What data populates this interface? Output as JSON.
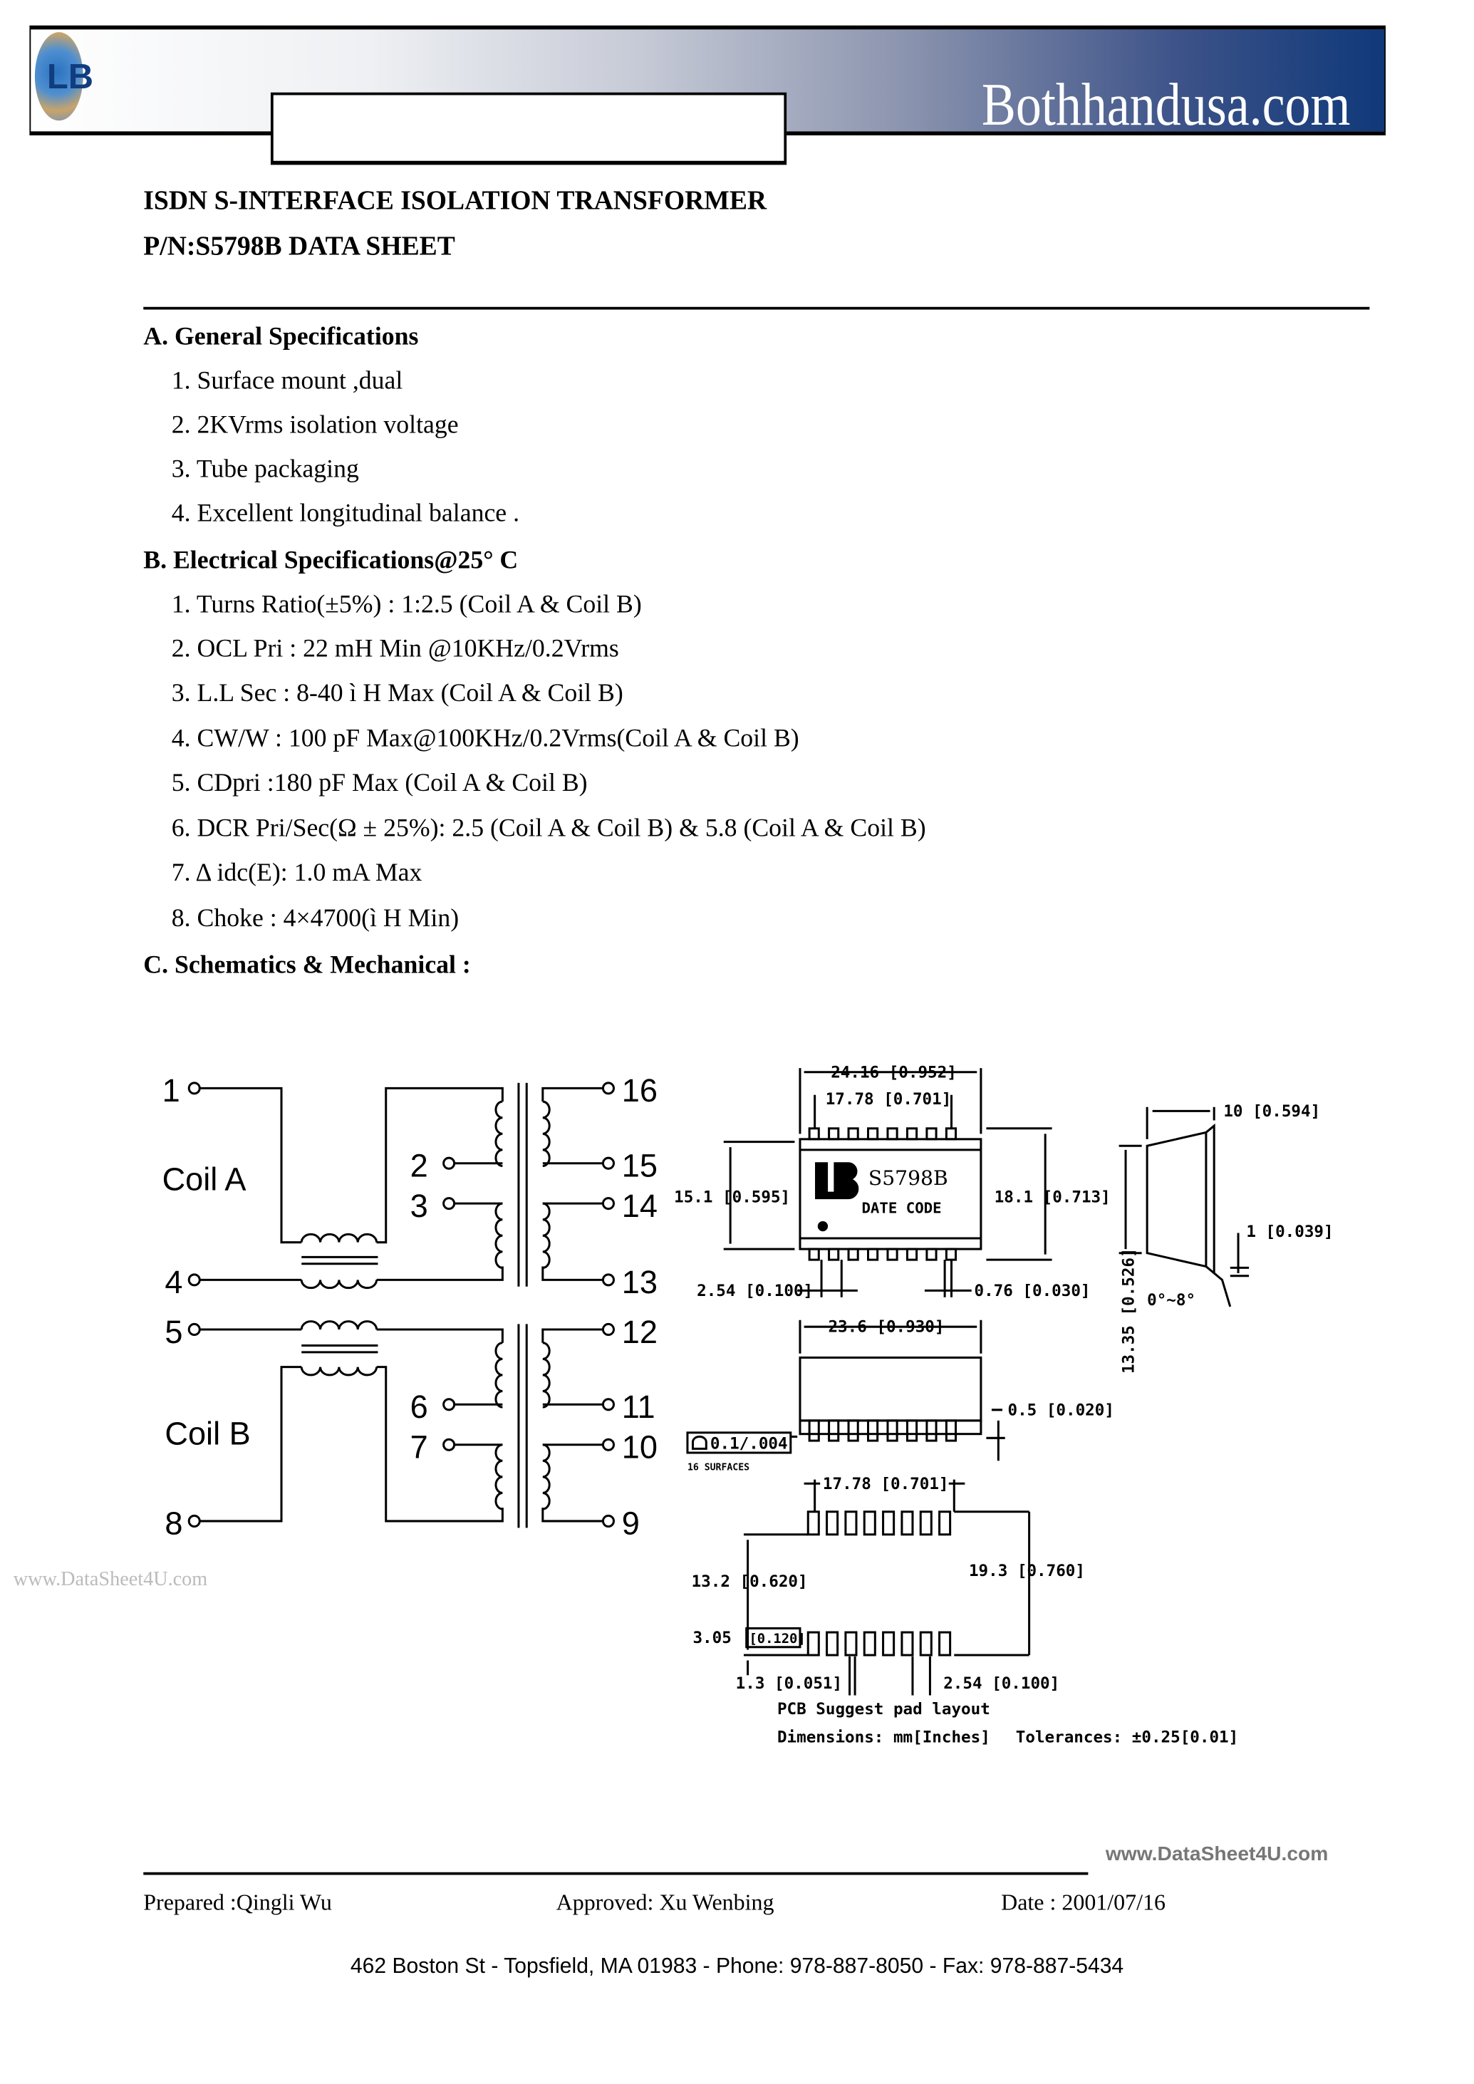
{
  "header": {
    "site": "Bothhandusa.com",
    "logo_text": "LB"
  },
  "title": {
    "line1": "ISDN S-INTERFACE  ISOLATION  TRANSFORMER",
    "line2": "P/N:S5798B DATA SHEET"
  },
  "general": {
    "heading": "A. General Specifications",
    "items": [
      "1. Surface mount ,dual",
      "2. 2KVrms isolation voltage",
      "3. Tube packaging",
      "4. Excellent longitudinal balance ."
    ]
  },
  "electrical": {
    "heading": "B. Electrical Specifications@25° C",
    "items": [
      "1. Turns Ratio(±5%) : 1:2.5 (Coil A & Coil B)",
      "2. OCL Pri : 22 mH Min @10KHz/0.2Vrms",
      "3. L.L Sec : 8-40 ì H Max (Coil A & Coil B)",
      "4. CW/W : 100 pF Max@100KHz/0.2Vrms(Coil A & Coil B)",
      "5. CDpri :180 pF Max (Coil A & Coil B)",
      "6. DCR Pri/Sec(Ω ±  25%): 2.5 (Coil A & Coil B) & 5.8 (Coil A & Coil B)",
      "7.  Δ  idc(E): 1.0 mA Max",
      "8. Choke : 4×4700(ì H Min)"
    ]
  },
  "mechanical": {
    "heading": "C. Schematics & Mechanical :"
  },
  "schematic": {
    "coil_a": "Coil  A",
    "coil_b": "Coil  B",
    "pins": {
      "p1": "1",
      "p2": "2",
      "p3": "3",
      "p4": "4",
      "p5": "5",
      "p6": "6",
      "p7": "7",
      "p8": "8",
      "p9": "9",
      "p10": "10",
      "p11": "11",
      "p12": "12",
      "p13": "13",
      "p14": "14",
      "p15": "15",
      "p16": "16"
    }
  },
  "drawing": {
    "part_mark": "S5798B",
    "date_code": "DATE CODE",
    "chip_logo": "LB",
    "d_overall": "24.16 [0.952]",
    "d_pitch_span": "17.78 [0.701]",
    "d_body_h": "15.1 [0.595]",
    "d_total_h": "18.1 [0.713]",
    "d_pitch": "2.54 [0.100]",
    "d_lead_w": "0.76 [0.030]",
    "d_side_w": "10 [0.594]",
    "d_lead_t": "1 [0.039]",
    "d_angle": "0°~8°",
    "d_side_h": "13.35 [0.526]",
    "d_body_len": "23.6 [0.930]",
    "d_standoff": "0.5 [0.020]",
    "flatness": "0.1/.004",
    "surfaces": "16 SURFACES",
    "pcb_span": "17.78 [0.701]",
    "pcb_inner": "13.2 [0.620]",
    "pcb_outer": "19.3 [0.760]",
    "pcb_pad_len": "3.05",
    "pcb_pad_len_in": "[0.120]",
    "pcb_pad_w": "1.3 [0.051]",
    "pcb_pitch": "2.54 [0.100]",
    "pcb_caption": "PCB  Suggest  pad  layout",
    "dims_note": "Dimensions: mm[Inches]",
    "tol_note": "Tolerances: ±0.25[0.01]"
  },
  "footer": {
    "prepared": "Prepared :Qingli Wu",
    "approved": "Approved:  Xu  Wenbing",
    "date": "Date : 2001/07/16",
    "address": "462 Boston St - Topsfield, MA 01983 - Phone: 978-887-8050 - Fax: 978-887-5434",
    "watermark": "www.DataSheet4U.com",
    "watermark_left": "www.DataSheet4U.com"
  }
}
